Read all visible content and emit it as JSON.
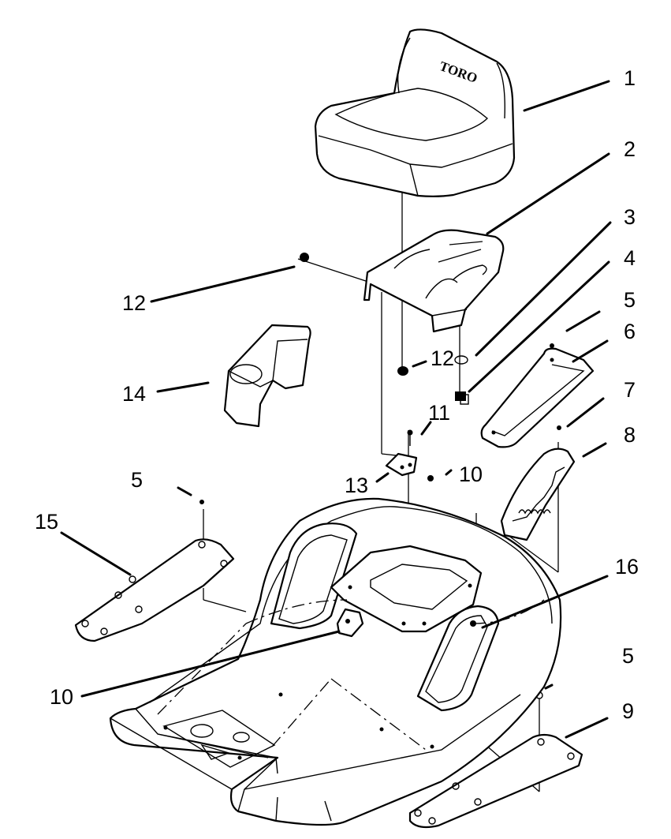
{
  "brand_mark": "TORO",
  "callouts": [
    {
      "id": "c1",
      "label": "1"
    },
    {
      "id": "c2",
      "label": "2"
    },
    {
      "id": "c3",
      "label": "3"
    },
    {
      "id": "c4",
      "label": "4"
    },
    {
      "id": "c5a",
      "label": "5"
    },
    {
      "id": "c6",
      "label": "6"
    },
    {
      "id": "c7",
      "label": "7"
    },
    {
      "id": "c8",
      "label": "8"
    },
    {
      "id": "c12a",
      "label": "12"
    },
    {
      "id": "c12b",
      "label": "12"
    },
    {
      "id": "c14",
      "label": "14"
    },
    {
      "id": "c11",
      "label": "11"
    },
    {
      "id": "c10a",
      "label": "10"
    },
    {
      "id": "c13",
      "label": "13"
    },
    {
      "id": "c5b",
      "label": "5"
    },
    {
      "id": "c15",
      "label": "15"
    },
    {
      "id": "c16",
      "label": "16"
    },
    {
      "id": "c10b",
      "label": "10"
    },
    {
      "id": "c5c",
      "label": "5"
    },
    {
      "id": "c9",
      "label": "9"
    }
  ]
}
